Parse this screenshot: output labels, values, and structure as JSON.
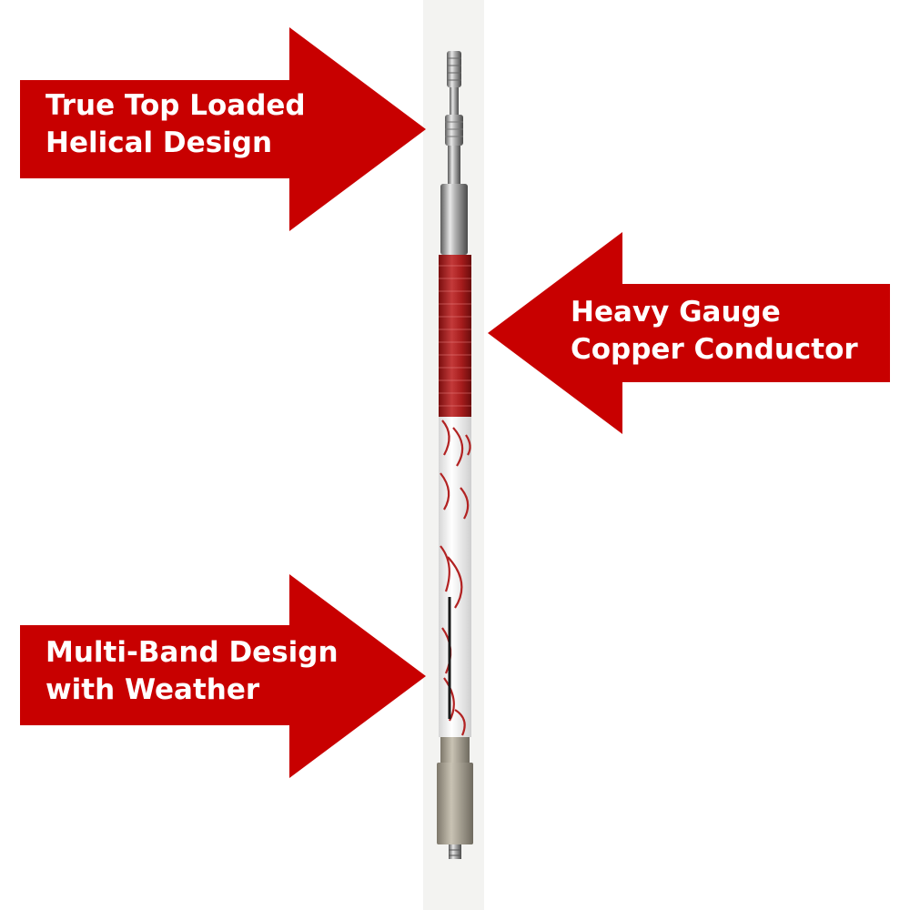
{
  "colors": {
    "arrow": "#c80000",
    "text": "#ffffff",
    "background": "#ffffff",
    "strip": "#f3f3f1"
  },
  "product_image": {
    "subject": "antenna"
  },
  "callouts": [
    {
      "lines": [
        "True Top Loaded",
        "Helical Design"
      ],
      "direction": "right"
    },
    {
      "lines": [
        "Heavy Gauge",
        "Copper Conductor"
      ],
      "direction": "left"
    },
    {
      "lines": [
        "Multi-Band Design",
        "with Weather"
      ],
      "direction": "right"
    }
  ]
}
